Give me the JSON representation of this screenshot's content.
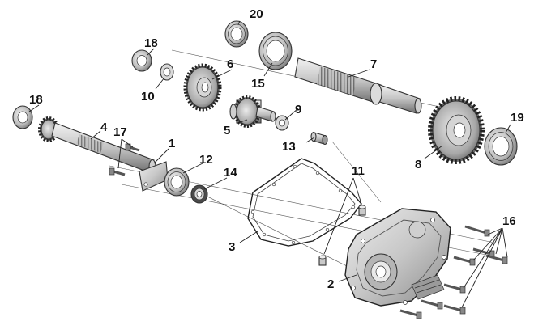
{
  "diagram": {
    "callouts": [
      {
        "id": "c1",
        "text": "1"
      },
      {
        "id": "c2",
        "text": "2"
      },
      {
        "id": "c3",
        "text": "3"
      },
      {
        "id": "c4",
        "text": "4"
      },
      {
        "id": "c5",
        "text": "5"
      },
      {
        "id": "c6",
        "text": "6"
      },
      {
        "id": "c7",
        "text": "7"
      },
      {
        "id": "c8",
        "text": "8"
      },
      {
        "id": "c9",
        "text": "9"
      },
      {
        "id": "c10",
        "text": "10"
      },
      {
        "id": "c11",
        "text": "11"
      },
      {
        "id": "c12",
        "text": "12"
      },
      {
        "id": "c13",
        "text": "13"
      },
      {
        "id": "c14",
        "text": "14"
      },
      {
        "id": "c15",
        "text": "15"
      },
      {
        "id": "c16",
        "text": "16"
      },
      {
        "id": "c17",
        "text": "17"
      },
      {
        "id": "c18a",
        "text": "18"
      },
      {
        "id": "c18b",
        "text": "18"
      },
      {
        "id": "c19",
        "text": "19"
      },
      {
        "id": "c20",
        "text": "20"
      }
    ],
    "colors": {
      "ink": "#111111",
      "metal_light": "#e4e4e4",
      "metal_mid": "#b9b9b9",
      "metal_dark": "#7a7a7a",
      "background": "#ffffff"
    }
  }
}
